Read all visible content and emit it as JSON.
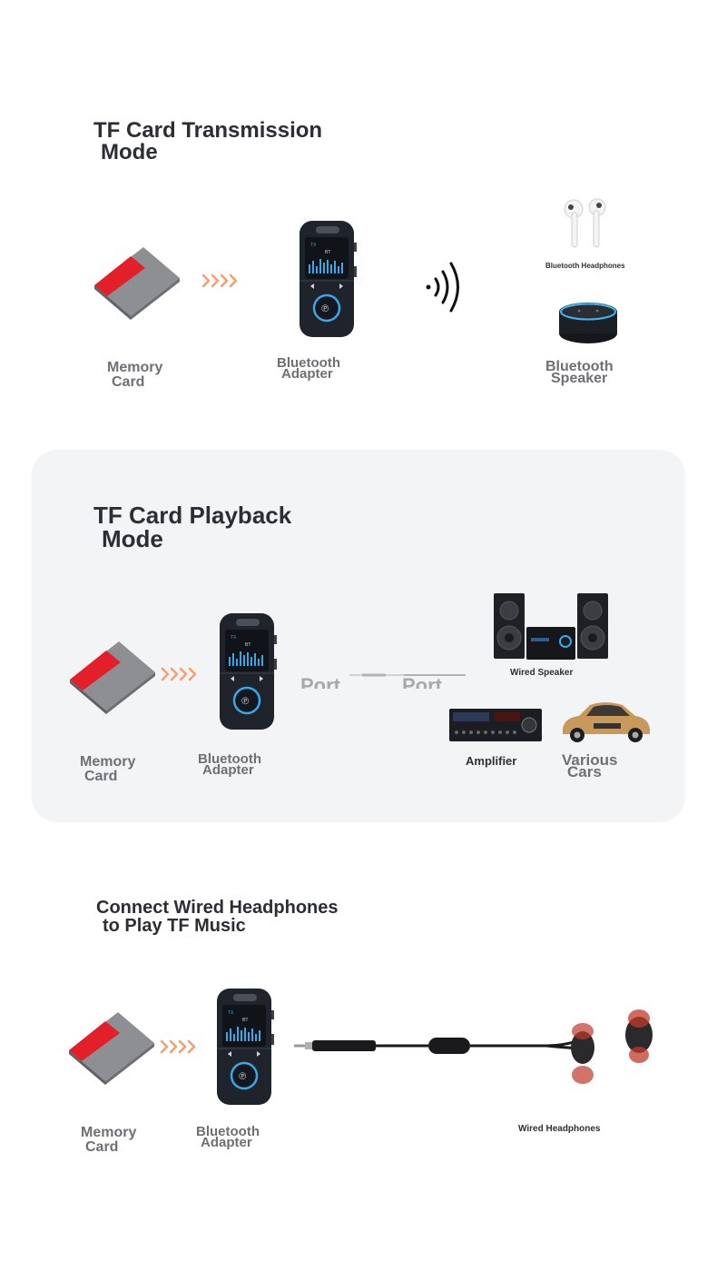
{
  "section1": {
    "title_line1": "TF Card Transmission",
    "title_line2": "Mode",
    "memory_card_line1": "Memory",
    "memory_card_line2": "Card",
    "adapter_line1": "Bluetooth",
    "adapter_line2": "Adapter",
    "headphones_label": "Bluetooth Headphones",
    "speaker_line1": "Bluetooth",
    "speaker_line2": "Speaker"
  },
  "section2": {
    "title_line1": "TF Card Playback",
    "title_line2": "Mode",
    "memory_card_line1": "Memory",
    "memory_card_line2": "Card",
    "adapter_line1": "Bluetooth",
    "adapter_line2": "Adapter",
    "port_left": "Port",
    "port_right": "Port",
    "wired_speaker_label": "Wired Speaker",
    "amplifier_label": "Amplifier",
    "cars_line1": "Various",
    "cars_line2": "Cars"
  },
  "section3": {
    "title_line1": "Connect Wired Headphones",
    "title_line2": "to Play TF Music",
    "memory_card_line1": "Memory",
    "memory_card_line2": "Card",
    "adapter_line1": "Bluetooth",
    "adapter_line2": "Adapter",
    "headphones_label": "Wired Headphones"
  },
  "device_screen": {
    "tx_text": "TX",
    "bt_text": "BT"
  },
  "colors": {
    "card_red": "#e3202a",
    "card_gray": "#8d8f93",
    "arrow_orange": "#f3a072",
    "device_body": "#1f232b",
    "accent_blue": "#3aa7e6",
    "panel_bg": "#f3f4f5"
  }
}
